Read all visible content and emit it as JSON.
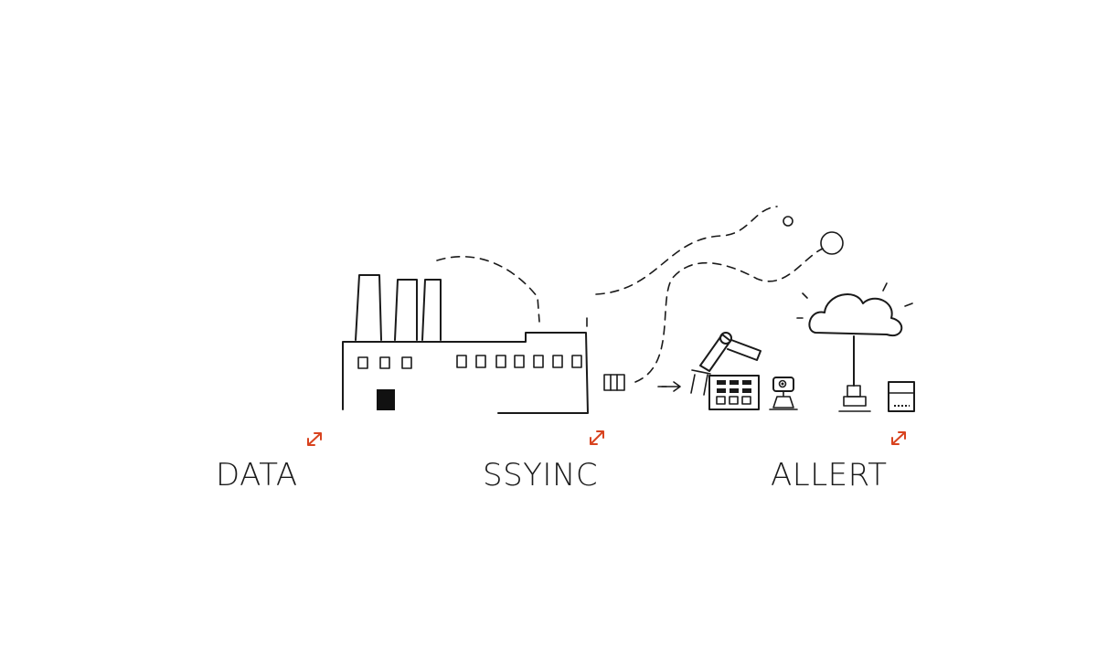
{
  "labels": {
    "data": "DATA",
    "sync": "SSYINC",
    "alert": "ALLERT"
  },
  "colors": {
    "ink": "#1a1a1a",
    "accent": "#d8431f",
    "background": "#ffffff"
  },
  "icons": {
    "factory": "factory-icon",
    "robot_arm": "robot-arm-icon",
    "control_panel": "control-panel-icon",
    "robot": "robot-icon",
    "cloud": "cloud-icon",
    "server": "server-icon",
    "gateway": "gateway-icon",
    "markers": "double-arrow-icon"
  }
}
